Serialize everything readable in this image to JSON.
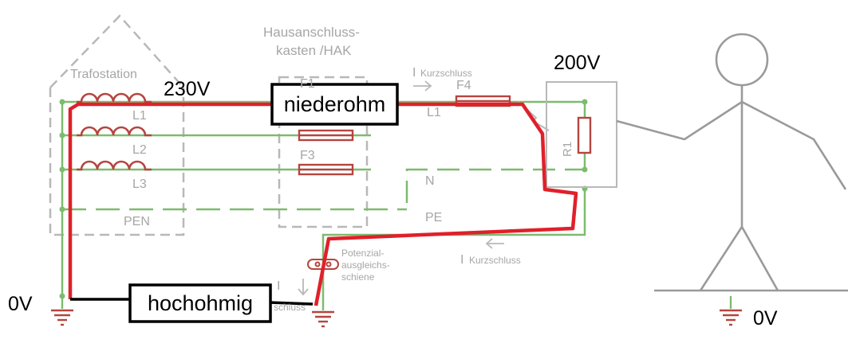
{
  "colors": {
    "wire_green": "#7dbb6f",
    "fault_red": "#e0202a",
    "coil_red": "#b5453f",
    "dashed_gray": "#b8b8b8",
    "label_gray": "#a6a6a6",
    "person_gray": "#9a9a9a",
    "ground_red": "#b5453f",
    "ground_green": "#7dbb6f",
    "black": "#000000"
  },
  "labels": {
    "trafostation": "Trafostation",
    "hak_line1": "Hausanschluss-",
    "hak_line2": "kasten /HAK",
    "l1": "L1",
    "l2": "L2",
    "l3": "L3",
    "pen": "PEN",
    "f1": "F1",
    "f3": "F3",
    "f4": "F4",
    "l1_load": "L1",
    "n": "N",
    "pe": "PE",
    "r1": "R1",
    "i_symbol_top": "I",
    "kurzschluss_top": "Kurzschluss",
    "i_symbol_bottom": "I",
    "kurzschluss_bottom": "Kurzschluss",
    "i_symbol_left": "I",
    "kurzschluss_left": "schluss",
    "pas_line1": "Potenzial-",
    "pas_line2": "ausgleichs-",
    "pas_line3": "schiene"
  },
  "annotations": {
    "v230": "230V",
    "v200": "200V",
    "v0_left": "0V",
    "v0_right": "0V",
    "niederohm": "niederohm",
    "hochohmig": "hochohmig"
  },
  "icons": {
    "arrow_top": "arrow-right-icon",
    "arrow_bottom": "arrow-left-icon",
    "arrow_down": "arrow-down-icon",
    "ground": "ground-icon",
    "person": "stick-figure-icon",
    "resistor": "resistor-icon",
    "fuse": "fuse-icon",
    "coil": "transformer-coil-icon"
  }
}
